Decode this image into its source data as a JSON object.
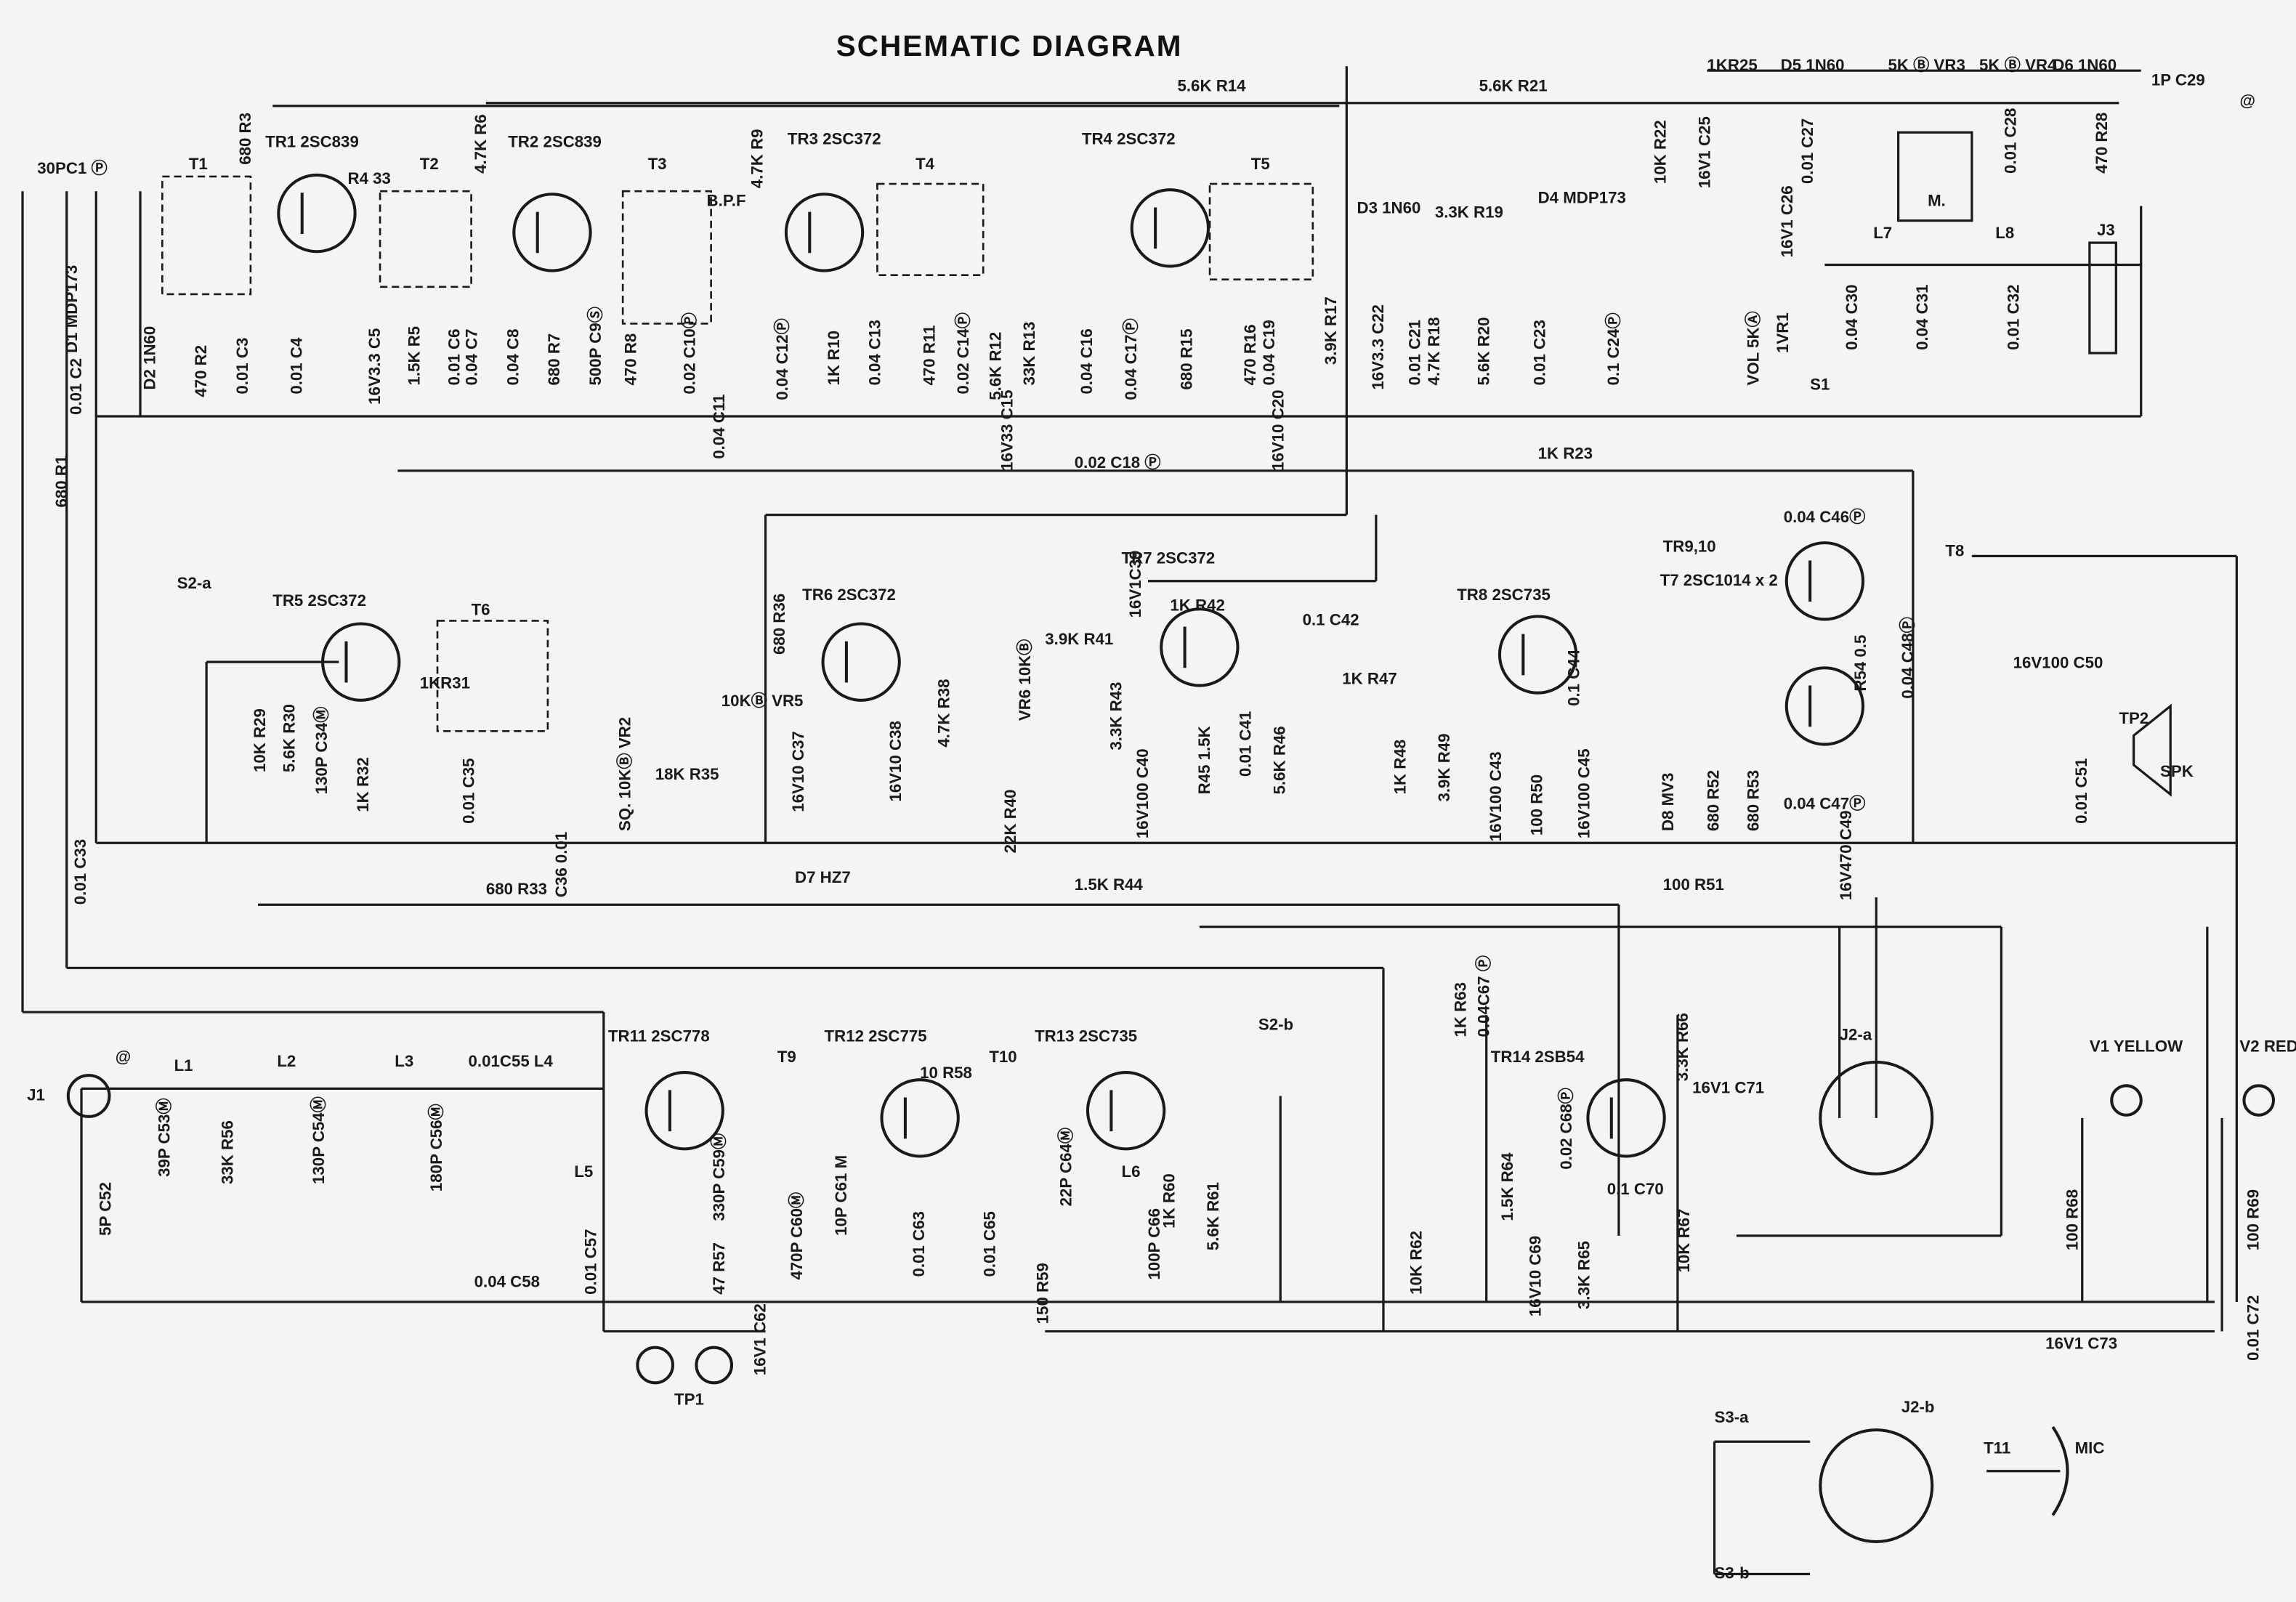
{
  "title": "SCHEMATIC DIAGRAM",
  "colors": {
    "ink": "#1a1a1a",
    "paper": "#f4f4f2"
  },
  "labels": [
    "1KR25",
    "D5 1N60",
    "5K Ⓑ VR3",
    "5K Ⓑ VR4",
    "D6 1N60",
    "1P C29",
    "@",
    "5.6K R14",
    "5.6K R21",
    "30PC1 Ⓟ",
    "TR1 2SC839",
    "680 R3",
    "T1",
    "R4 33",
    "T2",
    "4.7K R6",
    "TR2 2SC839",
    "T3",
    "B.P.F",
    "4.7K R9",
    "TR3 2SC372",
    "T4",
    "TR4 2SC372",
    "T5",
    "D3 1N60",
    "3.3K R19",
    "D4 MDP173",
    "10K R22",
    "16V1 C25",
    "16V1 C26",
    "0.01 C27",
    "M.",
    "0.01 C28",
    "470 R28",
    "L7",
    "L8",
    "J3",
    "0.04 C30",
    "0.04 C31",
    "0.01 C32",
    "D1 MDP173",
    "D2 1N60",
    "0.01 C2",
    "470 R2",
    "0.01 C3",
    "0.01 C4",
    "16V3.3 C5",
    "1.5K R5",
    "0.01 C6",
    "0.04 C7",
    "0.04 C8",
    "680 R7",
    "500P C9Ⓢ",
    "470 R8",
    "0.02 C10Ⓟ",
    "0.04 C11",
    "0.04 C12Ⓟ",
    "1K R10",
    "0.04 C13",
    "470 R11",
    "0.02 C14Ⓟ",
    "5.6K R12",
    "33K R13",
    "16V33 C15",
    "0.02 C18 Ⓟ",
    "0.04 C16",
    "0.04 C17Ⓟ",
    "680 R15",
    "470 R16",
    "0.04 C19",
    "16V10 C20",
    "3.9K R17",
    "16V3.3 C22",
    "0.01 C21",
    "4.7K R18",
    "5.6K R20",
    "0.01 C23",
    "0.1 C24Ⓟ",
    "1VR1",
    "VOL 5KⒶ",
    "S1",
    "1K R23",
    "680 R1",
    "S2-a",
    "TR5 2SC372",
    "T6",
    "10K R29",
    "5.6K R30",
    "130P C34Ⓜ",
    "1KR31",
    "1K R32",
    "0.01 C35",
    "C36 0.01",
    "680 R33",
    "0.01 C33",
    "SQ. 10KⒷ VR2",
    "18K R35",
    "680 R36",
    "10KⒷ VR5",
    "TR6 2SC372",
    "16V10 C37",
    "D7 HZ7",
    "16V10 C38",
    "4.7K R38",
    "VR6 10KⒷ",
    "22K R40",
    "16V1C39",
    "TR7 2SC372",
    "1K R42",
    "3.9K R41",
    "3.3K R43",
    "16V100 C40",
    "R45 1.5K",
    "0.01 C41",
    "0.1 C42",
    "1K R47",
    "5.6K R46",
    "1.5K R44",
    "TR8 2SC735",
    "0.1 C44",
    "1K R48",
    "3.9K R49",
    "16V100 C43",
    "100 R50",
    "16V100 C45",
    "D8 MV3",
    "680 R52",
    "680 R53",
    "TR9,10",
    "T7 2SC1014 x 2",
    "0.04 C46Ⓟ",
    "R54 0.5",
    "0.04 C48Ⓟ",
    "T8",
    "0.04 C47Ⓟ",
    "100 R51",
    "16V470 C49",
    "16V100 C50",
    "TP2",
    "0.01 C51",
    "SPK",
    "J1",
    "@",
    "L1",
    "L2",
    "L3",
    "0.01C55 L4",
    "5P C52",
    "39P C53Ⓜ",
    "33K R56",
    "130P C54Ⓜ",
    "180P C56Ⓜ",
    "L5",
    "0.01 C57",
    "0.04 C58",
    "TR11 2SC778",
    "330P C59Ⓜ",
    "47 R57",
    "470P C60Ⓜ",
    "16V1 C62",
    "TP1",
    "T9",
    "TR12 2SC775",
    "10 R58",
    "10P C61 M",
    "0.01 C63",
    "0.01 C65",
    "T10",
    "TR13 2SC735",
    "22P C64Ⓜ",
    "L6",
    "150 R59",
    "1K R60",
    "100P C66",
    "5.6K R61",
    "S2-b",
    "10K R62",
    "1K R63",
    "0.04C67 Ⓟ",
    "TR14 2SB54",
    "1.5K R64",
    "0.02 C68Ⓟ",
    "0.1 C70",
    "16V10 C69",
    "3.3K R65",
    "10K R67",
    "3.3K R66",
    "16V1 C71",
    "J2-a",
    "V1 YELLOW",
    "V2 RED",
    "100 R68",
    "100 R69",
    "16V1 C73",
    "0.01 C72",
    "S3-a",
    "J2-b",
    "T11",
    "MIC",
    "S3-b"
  ]
}
